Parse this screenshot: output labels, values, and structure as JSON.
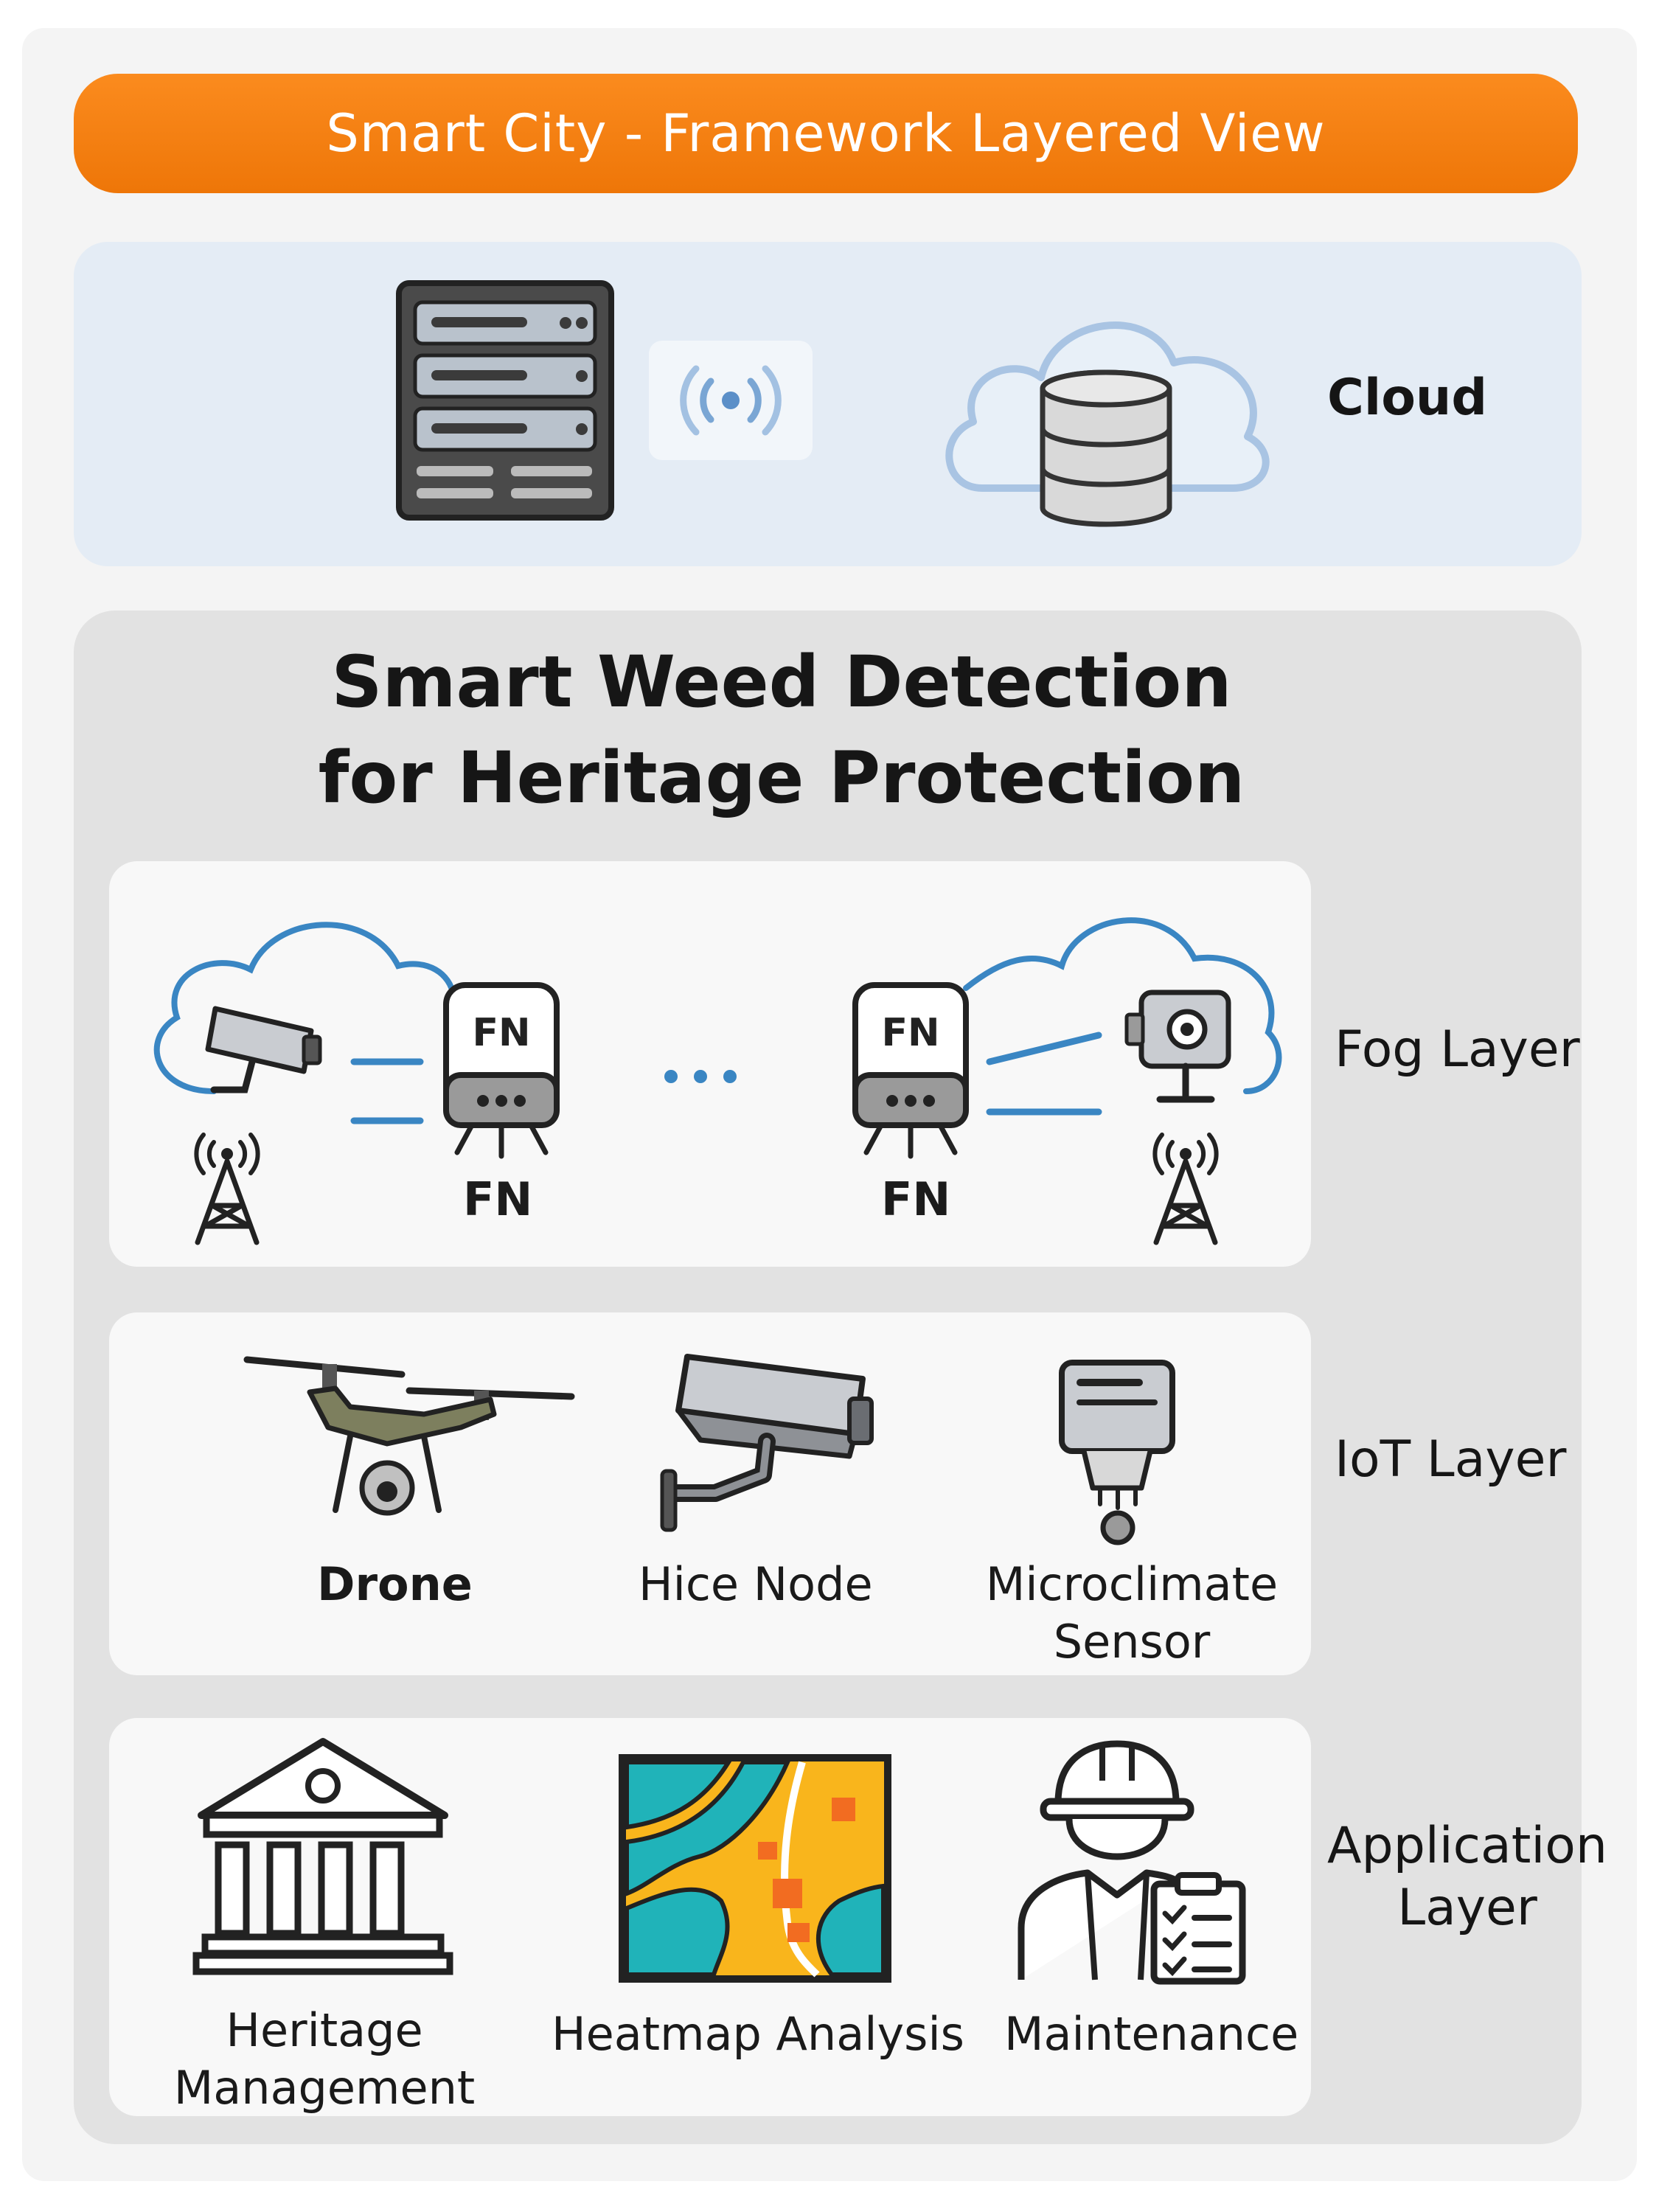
{
  "banner": {
    "title": "Smart City - Framework Layered View",
    "color": "#f47f12"
  },
  "cloud_layer": {
    "label": "Cloud",
    "icons": [
      "server-rack-icon",
      "wireless-signal-icon",
      "cloud-database-icon"
    ]
  },
  "main_section": {
    "title_line1": "Smart Weed Detection",
    "title_line2": "for Heritage Protection"
  },
  "fog_layer": {
    "label": "Fog Layer",
    "node_badge": "FN",
    "nodes": [
      {
        "caption": "FN"
      },
      {
        "caption": "FN"
      }
    ],
    "icons": [
      "cloud-outline-icon",
      "cctv-camera-icon",
      "cell-tower-icon",
      "fog-node-icon",
      "ellipsis-icon",
      "sensor-camera-icon"
    ]
  },
  "iot_layer": {
    "label": "IoT Layer",
    "devices": [
      {
        "label": "Drone",
        "icon": "drone-icon"
      },
      {
        "label": "Hice Node",
        "icon": "cctv-camera-icon"
      },
      {
        "label_line1": "Microclimate",
        "label_line2": "Sensor",
        "icon": "microclimate-sensor-icon"
      }
    ]
  },
  "application_layer": {
    "label_line1": "Application",
    "label_line2": "Layer",
    "apps": [
      {
        "label_line1": "Heritage",
        "label_line2": "Management",
        "icon": "heritage-building-icon"
      },
      {
        "label": "Heatmap Analysis",
        "icon": "heatmap-icon"
      },
      {
        "label": "Maintenance",
        "icon": "maintenance-worker-icon"
      }
    ]
  },
  "colors": {
    "accent_orange": "#f47f12",
    "cloud_panel": "#e4ecf5",
    "section_gray": "#e2e2e2",
    "link_blue": "#3a86c3",
    "heatmap_teal": "#20b3b9",
    "heatmap_yellow": "#f9b51c",
    "heatmap_orange": "#f26c21"
  }
}
